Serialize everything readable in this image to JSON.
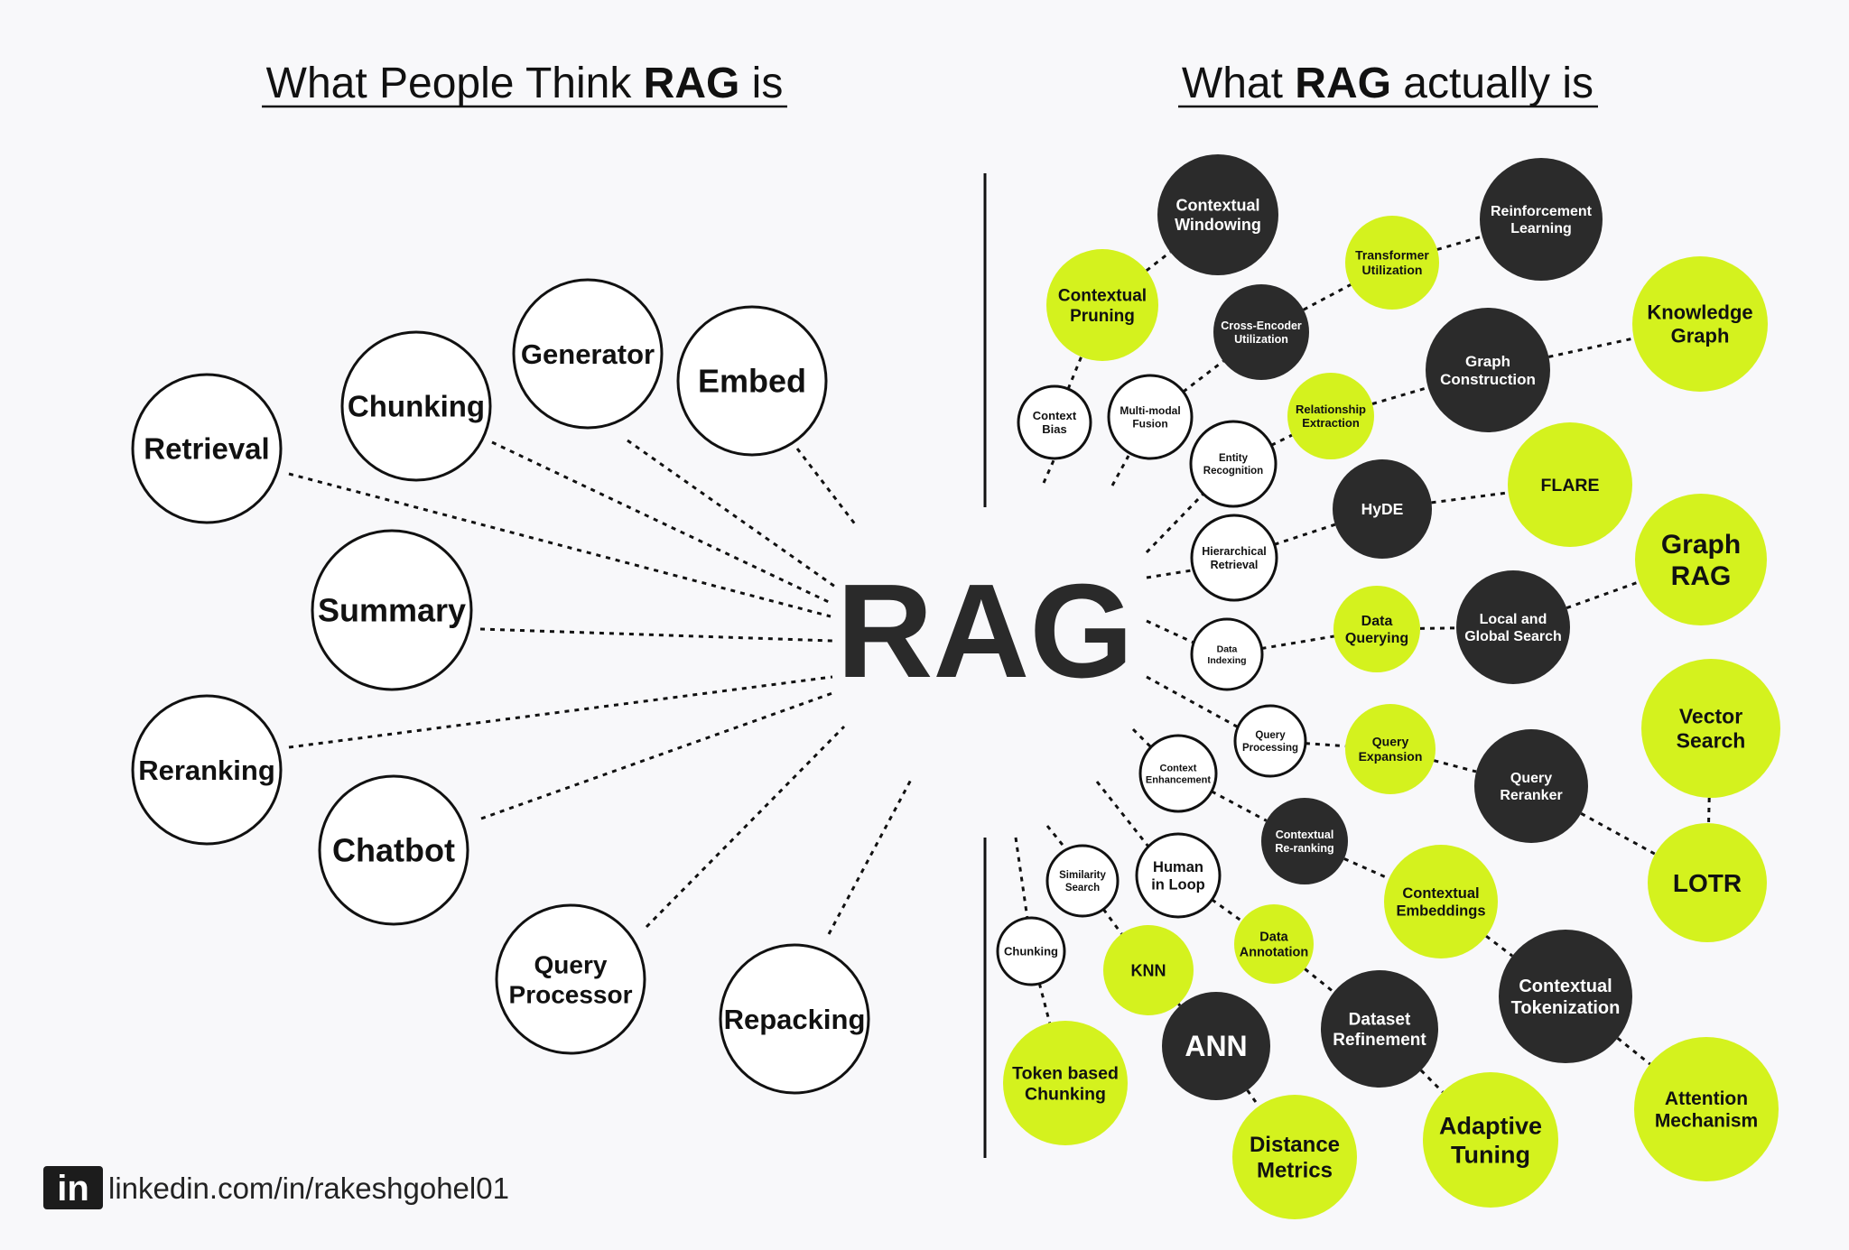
{
  "titles": {
    "left": {
      "before": "What People Think ",
      "bold": "RAG",
      "after": " is"
    },
    "right": {
      "before": "What ",
      "bold": "RAG",
      "after": " actually is"
    }
  },
  "center_label": "RAG",
  "footer": {
    "logo_text": "in",
    "url": "linkedin.com/in/rakeshgohel01"
  },
  "colors": {
    "lime": "#d4f21e",
    "dark": "#2b2b2b",
    "white": "#ffffff",
    "stroke": "#111111",
    "background": "#f8f8fa"
  },
  "left_nodes": [
    {
      "id": "retrieval",
      "lines": [
        "Retrieval"
      ]
    },
    {
      "id": "chunking",
      "lines": [
        "Chunking"
      ]
    },
    {
      "id": "generator",
      "lines": [
        "Generator"
      ]
    },
    {
      "id": "embed",
      "lines": [
        "Embed"
      ]
    },
    {
      "id": "summary",
      "lines": [
        "Summary"
      ]
    },
    {
      "id": "reranking",
      "lines": [
        "Reranking"
      ]
    },
    {
      "id": "chatbot",
      "lines": [
        "Chatbot"
      ]
    },
    {
      "id": "query-processor",
      "lines": [
        "Query",
        "Processor"
      ]
    },
    {
      "id": "repacking",
      "lines": [
        "Repacking"
      ]
    }
  ],
  "right_nodes": [
    {
      "id": "contextual-windowing",
      "lines": [
        "Contextual",
        "Windowing"
      ],
      "style": "dark"
    },
    {
      "id": "contextual-pruning",
      "lines": [
        "Contextual",
        "Pruning"
      ],
      "style": "lime"
    },
    {
      "id": "context-bias",
      "lines": [
        "Context",
        "Bias"
      ],
      "style": "white"
    },
    {
      "id": "multi-modal-fusion",
      "lines": [
        "Multi-modal",
        "Fusion"
      ],
      "style": "white"
    },
    {
      "id": "cross-encoder-utilization",
      "lines": [
        "Cross-Encoder",
        "Utilization"
      ],
      "style": "dark"
    },
    {
      "id": "transformer-utilization",
      "lines": [
        "Transformer",
        "Utilization"
      ],
      "style": "lime"
    },
    {
      "id": "reinforcement-learning",
      "lines": [
        "Reinforcement",
        "Learning"
      ],
      "style": "dark"
    },
    {
      "id": "knowledge-graph",
      "lines": [
        "Knowledge",
        "Graph"
      ],
      "style": "lime"
    },
    {
      "id": "graph-construction",
      "lines": [
        "Graph",
        "Construction"
      ],
      "style": "dark"
    },
    {
      "id": "relationship-extraction",
      "lines": [
        "Relationship",
        "Extraction"
      ],
      "style": "lime"
    },
    {
      "id": "entity-recognition",
      "lines": [
        "Entity",
        "Recognition"
      ],
      "style": "white"
    },
    {
      "id": "hyde",
      "lines": [
        "HyDE"
      ],
      "style": "dark"
    },
    {
      "id": "flare",
      "lines": [
        "FLARE"
      ],
      "style": "lime"
    },
    {
      "id": "hierarchical-retrieval",
      "lines": [
        "Hierarchical",
        "Retrieval"
      ],
      "style": "white"
    },
    {
      "id": "graph-rag",
      "lines": [
        "Graph",
        "RAG"
      ],
      "style": "lime"
    },
    {
      "id": "data-indexing",
      "lines": [
        "Data",
        "Indexing"
      ],
      "style": "white"
    },
    {
      "id": "data-querying",
      "lines": [
        "Data",
        "Querying"
      ],
      "style": "lime"
    },
    {
      "id": "local-and-global-search",
      "lines": [
        "Local and",
        "Global Search"
      ],
      "style": "dark"
    },
    {
      "id": "vector-search",
      "lines": [
        "Vector",
        "Search"
      ],
      "style": "lime"
    },
    {
      "id": "query-processing",
      "lines": [
        "Query",
        "Processing"
      ],
      "style": "white"
    },
    {
      "id": "query-expansion",
      "lines": [
        "Query",
        "Expansion"
      ],
      "style": "lime"
    },
    {
      "id": "query-reranker",
      "lines": [
        "Query",
        "Reranker"
      ],
      "style": "dark"
    },
    {
      "id": "context-enhancement",
      "lines": [
        "Context",
        "Enhancement"
      ],
      "style": "white"
    },
    {
      "id": "lotr",
      "lines": [
        "LOTR"
      ],
      "style": "lime"
    },
    {
      "id": "contextual-re-ranking",
      "lines": [
        "Contextual",
        "Re-ranking"
      ],
      "style": "dark"
    },
    {
      "id": "similarity-search",
      "lines": [
        "Similarity",
        "Search"
      ],
      "style": "white"
    },
    {
      "id": "human-in-loop",
      "lines": [
        "Human",
        "in Loop"
      ],
      "style": "white"
    },
    {
      "id": "contextual-embeddings",
      "lines": [
        "Contextual",
        "Embeddings"
      ],
      "style": "lime"
    },
    {
      "id": "chunking-small",
      "lines": [
        "Chunking"
      ],
      "style": "white"
    },
    {
      "id": "knn",
      "lines": [
        "KNN"
      ],
      "style": "lime"
    },
    {
      "id": "data-annotation",
      "lines": [
        "Data",
        "Annotation"
      ],
      "style": "lime"
    },
    {
      "id": "contextual-tokenization",
      "lines": [
        "Contextual",
        "Tokenization"
      ],
      "style": "dark"
    },
    {
      "id": "dataset-refinement",
      "lines": [
        "Dataset",
        "Refinement"
      ],
      "style": "dark"
    },
    {
      "id": "ann",
      "lines": [
        "ANN"
      ],
      "style": "dark"
    },
    {
      "id": "token-based-chunking",
      "lines": [
        "Token based",
        "Chunking"
      ],
      "style": "lime"
    },
    {
      "id": "distance-metrics",
      "lines": [
        "Distance",
        "Metrics"
      ],
      "style": "lime"
    },
    {
      "id": "adaptive-tuning",
      "lines": [
        "Adaptive",
        "Tuning"
      ],
      "style": "lime"
    },
    {
      "id": "attention-mechanism",
      "lines": [
        "Attention",
        "Mechanism"
      ],
      "style": "lime"
    }
  ],
  "connections": [
    [
      "contextual-pruning",
      "contextual-windowing"
    ],
    [
      "context-bias",
      "contextual-pruning"
    ],
    [
      "multi-modal-fusion",
      "cross-encoder-utilization"
    ],
    [
      "cross-encoder-utilization",
      "transformer-utilization"
    ],
    [
      "transformer-utilization",
      "reinforcement-learning"
    ],
    [
      "entity-recognition",
      "relationship-extraction"
    ],
    [
      "relationship-extraction",
      "graph-construction"
    ],
    [
      "graph-construction",
      "knowledge-graph"
    ],
    [
      "hierarchical-retrieval",
      "hyde"
    ],
    [
      "hyde",
      "flare"
    ],
    [
      "data-indexing",
      "data-querying"
    ],
    [
      "data-querying",
      "local-and-global-search"
    ],
    [
      "local-and-global-search",
      "graph-rag"
    ],
    [
      "query-processing",
      "query-expansion"
    ],
    [
      "query-expansion",
      "query-reranker"
    ],
    [
      "query-reranker",
      "lotr"
    ],
    [
      "vector-search",
      "lotr"
    ],
    [
      "context-enhancement",
      "contextual-re-ranking"
    ],
    [
      "contextual-re-ranking",
      "contextual-embeddings"
    ],
    [
      "contextual-embeddings",
      "contextual-tokenization"
    ],
    [
      "contextual-tokenization",
      "attention-mechanism"
    ],
    [
      "human-in-loop",
      "data-annotation"
    ],
    [
      "data-annotation",
      "dataset-refinement"
    ],
    [
      "dataset-refinement",
      "adaptive-tuning"
    ],
    [
      "similarity-search",
      "knn"
    ],
    [
      "knn",
      "ann"
    ],
    [
      "ann",
      "distance-metrics"
    ],
    [
      "chunking-small",
      "token-based-chunking"
    ]
  ]
}
